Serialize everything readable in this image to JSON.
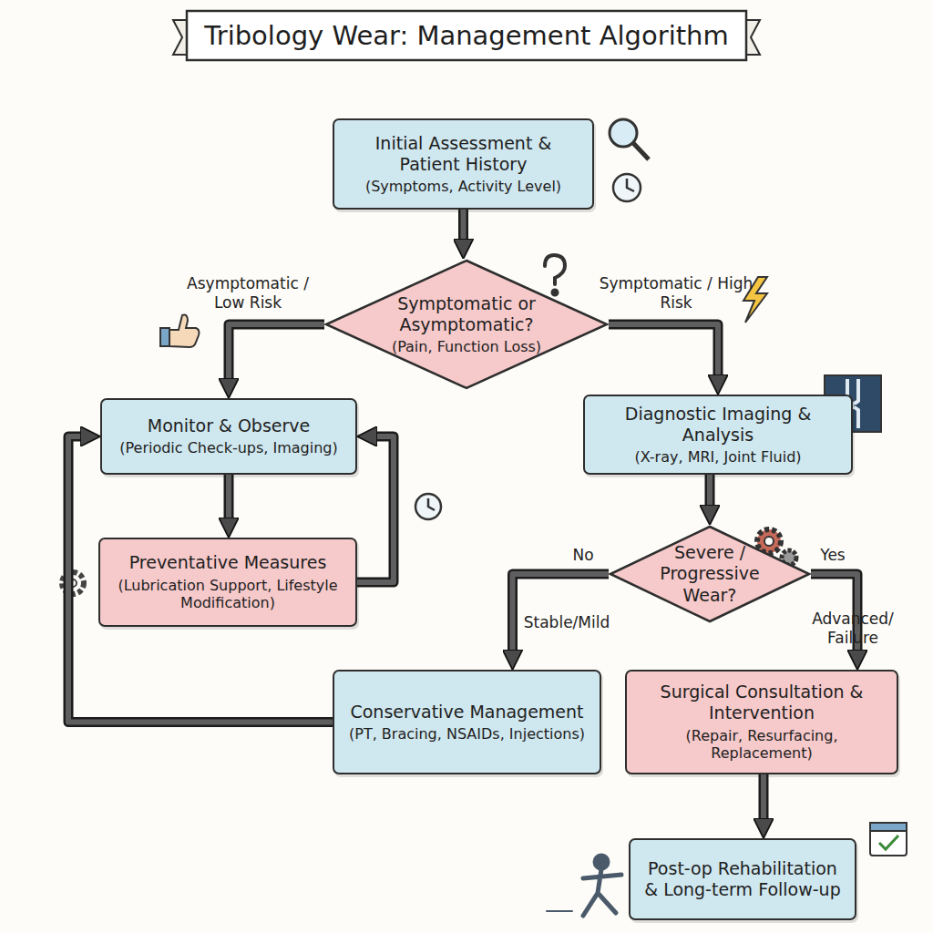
{
  "diagram": {
    "title": "Tribology Wear: Management Algorithm",
    "nodes": [
      {
        "text": [
          "Initial Assessment & Patient History",
          "(Symptoms, Activity Level)"
        ]
      },
      {
        "text": [
          "Symptomatic or Asymptomatic?",
          "(Pain, Function Loss)"
        ]
      },
      {
        "text": [
          "Monitor & Observe",
          "(Periodic Check-ups, Imaging)"
        ]
      },
      {
        "text": [
          "Diagnostic Imaging & Analysis",
          "(X-ray, MRI, Joint Fluid)"
        ]
      },
      {
        "text": [
          "Preventative Measures",
          "(Lubrication Support, Lifestyle Modification)"
        ]
      },
      {
        "text": [
          "Severe / Progressive Wear?"
        ]
      },
      {
        "text": [
          "Conservative Management",
          "(PT, Bracing, NSAIDs, Injections)"
        ]
      },
      {
        "text": [
          "Surgical Consultation & Intervention",
          "(Repair, Resurfacing, Replacement)"
        ]
      },
      {
        "text": [
          "Post-op Rehabilitation & Long-term Follow-up"
        ]
      }
    ],
    "edges": [
      {
        "from": 0,
        "to": 1,
        "arrow": "to"
      },
      {
        "from": 1,
        "to": 2,
        "label": "Asymptomatic / Low Risk",
        "arrow": "to"
      },
      {
        "from": 1,
        "to": 3,
        "label": "Symptomatic / High Risk",
        "arrow": "to"
      },
      {
        "from": 2,
        "to": 4,
        "arrow": "to"
      },
      {
        "from": 4,
        "to": 2,
        "arrow": "to"
      },
      {
        "from": 3,
        "to": 5,
        "arrow": "to"
      },
      {
        "from": 5,
        "to": 6,
        "label": "No",
        "arrow": "to"
      },
      {
        "from": 5,
        "to": 7,
        "label": "Yes",
        "arrow": "to"
      },
      {
        "from": 6,
        "to": 2,
        "arrow": "to"
      },
      {
        "from": 7,
        "to": 8,
        "arrow": "to"
      }
    ],
    "labels": [
      "Stable/Mild",
      "Advanced/ Failure"
    ]
  }
}
